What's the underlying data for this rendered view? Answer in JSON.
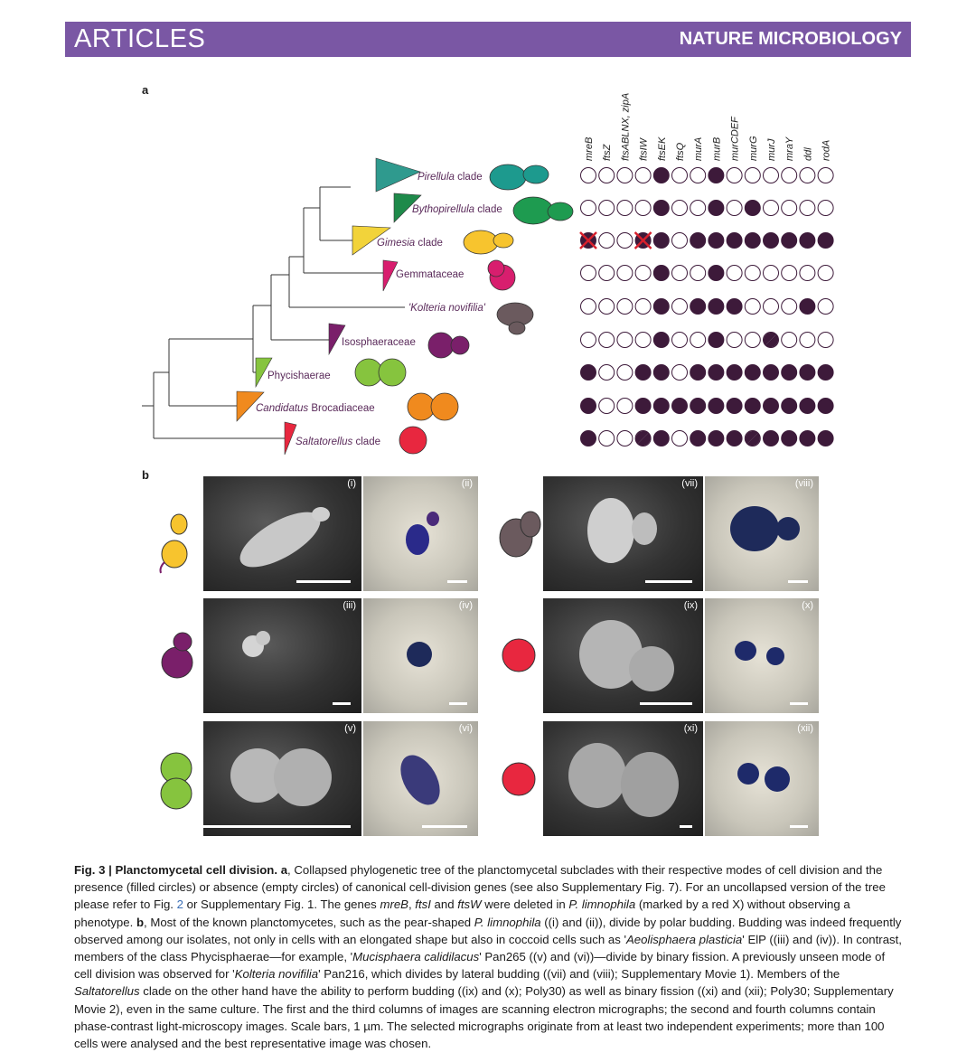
{
  "header": {
    "left": "ARTICLES",
    "right": "NATURE MICROBIOLOGY"
  },
  "panels": {
    "a": "a",
    "b": "b"
  },
  "genes": [
    "mreB",
    "ftsZ",
    "ftsABLNX, zipA",
    "ftsIW",
    "ftsEK",
    "ftsQ",
    "murA",
    "murB",
    "murCDEF",
    "murG",
    "murJ",
    "mraY",
    "ddl",
    "rodA"
  ],
  "clades": [
    {
      "name": "Pirellula clade",
      "italic_part": "Pirellula",
      "rest": " clade",
      "color": "#2f9a8e",
      "cell": "teal-budding"
    },
    {
      "name": "Bythopirellula clade",
      "italic_part": "Bythopirellula",
      "rest": " clade",
      "color": "#1e8a4a",
      "cell": "green-budding"
    },
    {
      "name": "Gimesia clade",
      "italic_part": "Gimesia",
      "rest": " clade",
      "color": "#f2d33a",
      "cell": "yellow-pear"
    },
    {
      "name": "Gemmataceae",
      "italic_part": "",
      "rest": "Gemmataceae",
      "color": "#d81e6e",
      "cell": "pink-budding"
    },
    {
      "name": "'Kolteria novifilia'",
      "italic_part": "",
      "rest": "'Kolteria novifilia'",
      "color": "#6b5a5e",
      "cell": "lateral-budding"
    },
    {
      "name": "Isosphaeraceae",
      "italic_part": "",
      "rest": "Isosphaeraceae",
      "color": "#7a1f6a",
      "cell": "purple-budding"
    },
    {
      "name": "Phycishaerae",
      "italic_part": "",
      "rest": "Phycishaerae",
      "color": "#86c43e",
      "cell": "green-fission"
    },
    {
      "name": "Candidatus Brocadiaceae",
      "italic_part": "Candidatus",
      "rest": " Brocadiaceae",
      "color": "#f08a1e",
      "cell": "orange-fission"
    },
    {
      "name": "Saltatorellus clade",
      "italic_part": "Saltatorellus",
      "rest": " clade",
      "color": "#e8273f",
      "cell": "red-sphere"
    }
  ],
  "matrix": [
    [
      "e",
      "e",
      "e",
      "e",
      "f",
      "e",
      "e",
      "f",
      "e",
      "e",
      "e",
      "e",
      "e",
      "e"
    ],
    [
      "e",
      "e",
      "e",
      "e",
      "f",
      "e",
      "e",
      "f",
      "e",
      "f",
      "e",
      "e",
      "e",
      "e"
    ],
    [
      "x",
      "e",
      "e",
      "x",
      "f",
      "e",
      "f",
      "f",
      "f",
      "f",
      "f",
      "f",
      "f",
      "f"
    ],
    [
      "e",
      "e",
      "e",
      "e",
      "f",
      "e",
      "e",
      "f",
      "e",
      "e",
      "e",
      "e",
      "e",
      "e"
    ],
    [
      "e",
      "e",
      "e",
      "e",
      "f",
      "e",
      "f",
      "f",
      "f",
      "e",
      "e",
      "e",
      "f",
      "e"
    ],
    [
      "e",
      "e",
      "e",
      "e",
      "f",
      "e",
      "e",
      "f",
      "e",
      "e",
      "h",
      "e",
      "e",
      "e"
    ],
    [
      "f",
      "e",
      "e",
      "f",
      "f",
      "e",
      "f",
      "f",
      "f",
      "f",
      "f",
      "f",
      "f",
      "f"
    ],
    [
      "f",
      "e",
      "e",
      "f",
      "f",
      "f",
      "f",
      "f",
      "f",
      "f",
      "f",
      "f",
      "f",
      "f"
    ],
    [
      "f",
      "e",
      "e",
      "h",
      "f",
      "e",
      "f",
      "f",
      "f",
      "h",
      "f",
      "f",
      "f",
      "f"
    ]
  ],
  "micrographs": [
    {
      "id": "i",
      "label": "(i)",
      "type": "sem"
    },
    {
      "id": "ii",
      "label": "(ii)",
      "type": "phase"
    },
    {
      "id": "iii",
      "label": "(iii)",
      "type": "sem"
    },
    {
      "id": "iv",
      "label": "(iv)",
      "type": "phase"
    },
    {
      "id": "v",
      "label": "(v)",
      "type": "sem"
    },
    {
      "id": "vi",
      "label": "(vi)",
      "type": "phase"
    },
    {
      "id": "vii",
      "label": "(vii)",
      "type": "sem"
    },
    {
      "id": "viii",
      "label": "(viii)",
      "type": "phase"
    },
    {
      "id": "ix",
      "label": "(ix)",
      "type": "sem"
    },
    {
      "id": "x",
      "label": "(x)",
      "type": "phase"
    },
    {
      "id": "xi",
      "label": "(xi)",
      "type": "sem"
    },
    {
      "id": "xii",
      "label": "(xii)",
      "type": "phase"
    }
  ],
  "colors": {
    "filled": "#3d1a3a",
    "header": "#7a57a4",
    "cross": "#d81f2c"
  },
  "caption": {
    "fig_label": "Fig. 3 | Planctomycetal cell division.",
    "a_label": "a",
    "a_text_1": ", Collapsed phylogenetic tree of the planctomycetal subclades with their respective modes of cell division and the presence (filled circles) or absence (empty circles) of canonical cell-division genes (see also Supplementary Fig. 7). For an uncollapsed version of the tree please refer to Fig. ",
    "a_link": "2",
    "a_text_2": " or Supplementary Fig. 1. The genes ",
    "g1": "mreB",
    "sep1": ", ",
    "g2": "ftsI",
    "sep2": " and ",
    "g3": "ftsW",
    "a_text_3": " were deleted in ",
    "sp1": "P. limnophila",
    "a_text_4": " (marked by a red X) without observing a phenotype. ",
    "b_label": "b",
    "b_text_1": ", Most of the known planctomycetes, such as the pear-shaped ",
    "sp2": "P. limnophila",
    "b_text_2": " ((i) and (ii)), divide by polar budding. Budding was indeed frequently observed among our isolates, not only in cells with an elongated shape but also in coccoid cells such as '",
    "sp3": "Aeolisphaera plasticia",
    "b_text_3": "' ElP ((iii) and (iv)). In contrast, members of the class Phycisphaerae—for example, '",
    "sp4": "Mucisphaera calidilacus",
    "b_text_4": "' Pan265 ((v) and (vi))—divide by binary fission. A previously unseen mode of cell division was observed for '",
    "sp5": "Kolteria novifilia",
    "b_text_5": "' Pan216, which divides by lateral budding ((vii) and (viii); Supplementary Movie 1). Members of the ",
    "sp6": "Saltatorellus",
    "b_text_6": " clade on the other hand have the ability to perform budding ((ix) and (x); Poly30) as well as binary fission ((xi) and (xii); Poly30; Supplementary Movie 2), even in the same culture. The first and the third columns of images are scanning electron micrographs; the second and fourth columns contain phase-contrast light-microscopy images. Scale bars, 1 µm. The selected micrographs originate from at least two independent experiments; more than 100 cells were analysed and the best representative image was chosen."
  }
}
